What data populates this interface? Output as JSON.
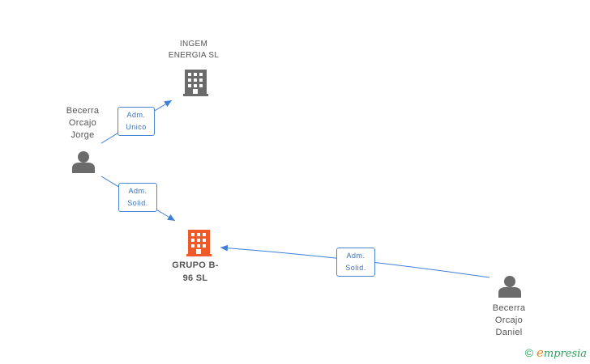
{
  "nodes": {
    "ingem": {
      "name_line1": "INGEM",
      "name_line2": "ENERGIA SL",
      "type": "company",
      "icon": "building-icon",
      "color": "#6b6b6b"
    },
    "grupo": {
      "name_line1": "GRUPO B-",
      "name_line2": "96 SL",
      "type": "company",
      "icon": "building-icon",
      "color": "#f05a28"
    },
    "jorge": {
      "name_line1": "Becerra",
      "name_line2": "Orcajo",
      "name_line3": "Jorge",
      "type": "person",
      "icon": "person-icon",
      "color": "#6b6b6b"
    },
    "daniel": {
      "name_line1": "Becerra",
      "name_line2": "Orcajo",
      "name_line3": "Daniel",
      "type": "person",
      "icon": "person-icon",
      "color": "#6b6b6b"
    }
  },
  "edges": [
    {
      "from": "jorge",
      "to": "ingem",
      "label_line1": "Adm.",
      "label_line2": "Unico"
    },
    {
      "from": "jorge",
      "to": "grupo",
      "label_line1": "Adm.",
      "label_line2": "Solid."
    },
    {
      "from": "daniel",
      "to": "grupo",
      "label_line1": "Adm.",
      "label_line2": "Solid."
    }
  ],
  "colors": {
    "edge": "#3f7fd6",
    "company": "#6b6b6b",
    "focus_company": "#f05a28",
    "person": "#6b6b6b"
  },
  "watermark": {
    "symbol": "©",
    "e": "e",
    "rest": "mpresia"
  }
}
